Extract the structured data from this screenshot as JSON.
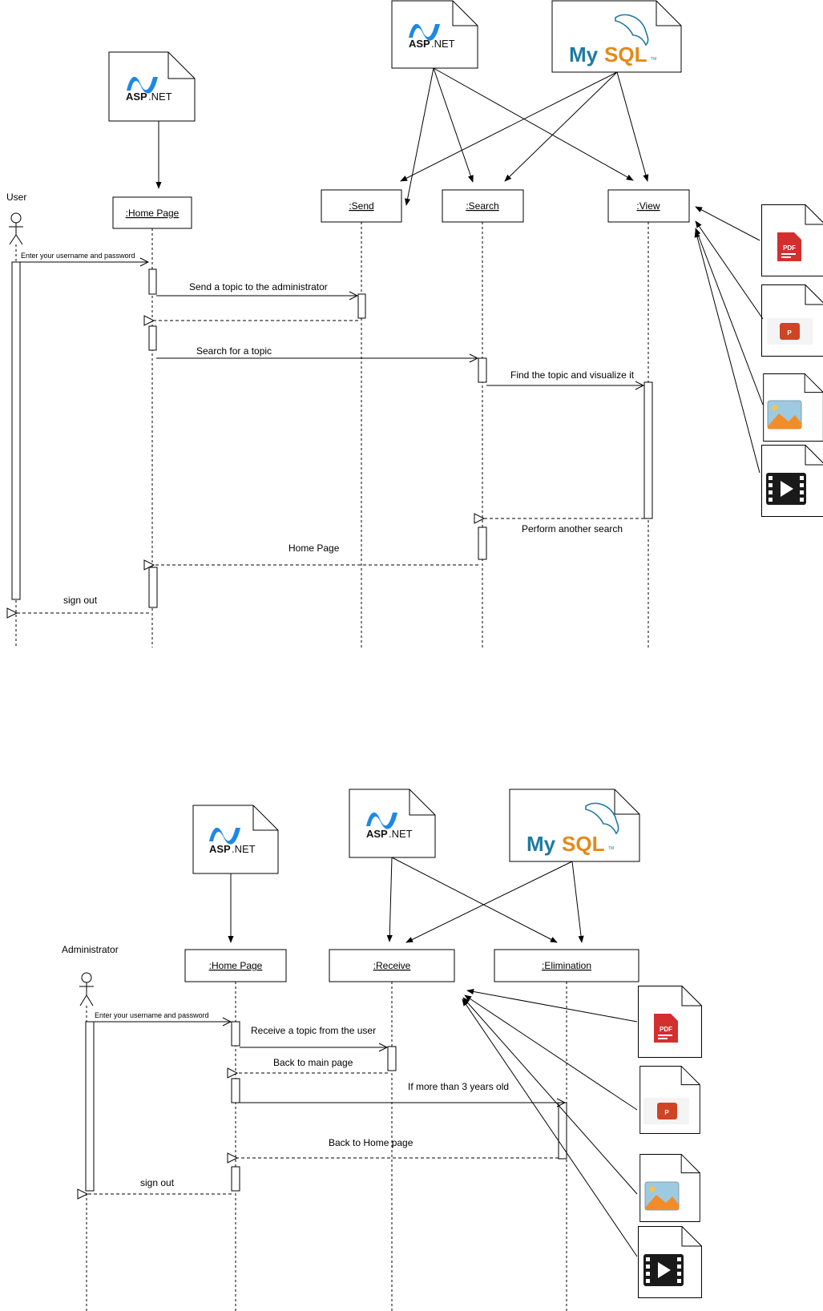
{
  "diagram1": {
    "actor": "User",
    "lifelines": {
      "home": ":Home Page",
      "send": ":Send",
      "search": ":Search",
      "view": ":View"
    },
    "messages": {
      "login": "Enter your username and password",
      "send_topic": "Send a topic to the administrator",
      "search_topic": "Search for a topic",
      "find_topic": "Find the topic and visualize it",
      "another_search": "Perform another search",
      "home_page": "Home Page",
      "sign_out": "sign out"
    }
  },
  "diagram2": {
    "actor": "Administrator",
    "lifelines": {
      "home": ":Home Page",
      "receive": ":Receive",
      "elimination": ":Elimination"
    },
    "messages": {
      "login": "Enter your username and password",
      "receive_topic": "Receive a topic from the user",
      "back_main": "Back to main page",
      "older": "If more than 3 years old",
      "back_home": "Back to Home page",
      "sign_out": "sign out"
    }
  },
  "logos": {
    "asp_bold": "ASP",
    "asp_rest": ".NET",
    "mysql_a": "My",
    "mysql_b": "SQL",
    "mysql_tm": "TM",
    "pdf": "PDF",
    "ppt": "P"
  },
  "icons": [
    "pdf-file-icon",
    "powerpoint-file-icon",
    "image-file-icon",
    "video-file-icon"
  ],
  "colors": {
    "pdf_red": "#d32f2f",
    "ppt_red": "#d04423",
    "image_orange": "#f28c28",
    "asp_blue": "#1e88e5",
    "mysql_blue": "#1e7aa3",
    "mysql_orange": "#e48a17"
  }
}
